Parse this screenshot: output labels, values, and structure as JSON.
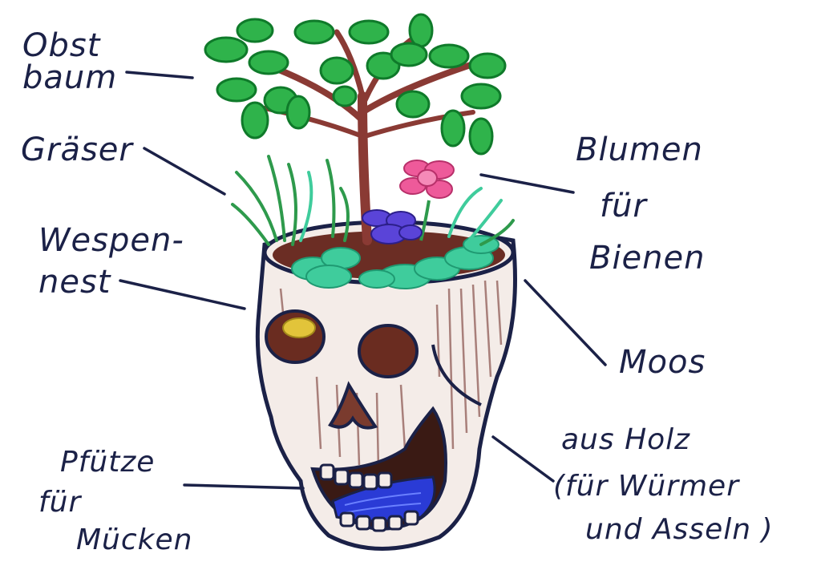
{
  "labels": {
    "obstbaum": [
      "Obst",
      "baum"
    ],
    "graeser": "Gräser",
    "wespennest": [
      "Wespen-",
      "nest"
    ],
    "pfuetze": [
      "Pfütze",
      "für",
      "Mücken"
    ],
    "blumen": [
      "Blumen",
      "für",
      "Bienen"
    ],
    "moos": "Moos",
    "holz": [
      "aus Holz",
      "(für Würmer",
      "und Asseln )"
    ]
  },
  "colors": {
    "ink": "#1b2147",
    "skull": "#f4ece8",
    "skull_lines": "#a87f7a",
    "soil": "#6b2d24",
    "moss": "#3fcc9c",
    "leaf": "#2fb34b",
    "leaf_dark": "#0f7a2a",
    "trunk": "#8a3a34",
    "flower_pink": "#ee5a9a",
    "flower_purple": "#5a44d8",
    "puddle": "#2a3bd6",
    "eye": "#6a2c20",
    "wasp_nest": "#e2c43a",
    "grass": "#2e9a4c"
  }
}
